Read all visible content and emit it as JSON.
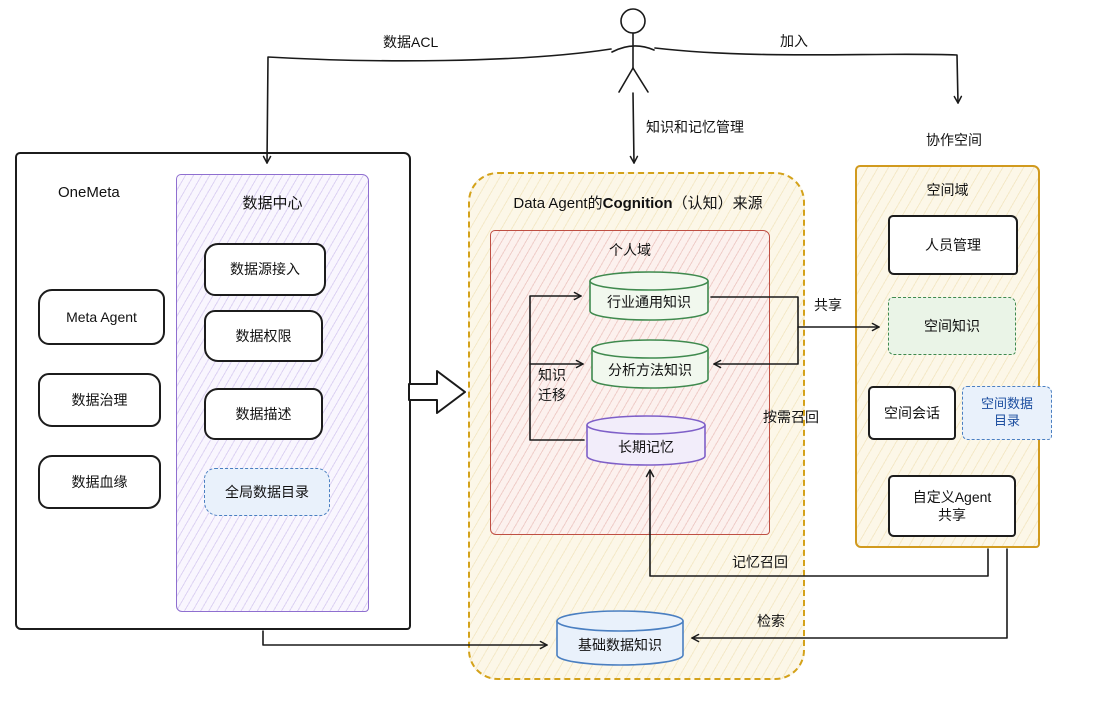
{
  "edges": {
    "data_acl": "数据ACL",
    "join": "加入",
    "knowledge_memory_mgmt": "知识和记忆管理",
    "collab_space": "协作空间",
    "share": "共享",
    "on_demand_recall": "按需召回",
    "memory_recall": "记忆召回",
    "retrieve": "检索",
    "knowledge_transfer": "知识\n迁移"
  },
  "onemeta": {
    "title": "OneMeta",
    "items": [
      "Meta Agent",
      "数据治理",
      "数据血缘"
    ],
    "data_center": {
      "title": "数据中心",
      "items": [
        "数据源接入",
        "数据权限",
        "数据描述"
      ],
      "global_catalog": "全局数据目录"
    }
  },
  "cognition": {
    "title_pre": "Data Agent的",
    "title_bold": "Cognition",
    "title_post": "（认知）来源",
    "personal_domain": {
      "title": "个人域",
      "industry_knowledge": "行业通用知识",
      "analysis_knowledge": "分析方法知识",
      "long_term_memory": "长期记忆"
    },
    "base_data_knowledge": "基础数据知识"
  },
  "space": {
    "title": "空间域",
    "member_mgmt": "人员管理",
    "space_knowledge": "空间知识",
    "space_session": "空间会话",
    "space_data_catalog": "空间数据\n目录",
    "custom_agent_share": "自定义Agent\n共享"
  },
  "colors": {
    "stroke": "#1a1a1a",
    "purple": "#8f6fd0",
    "red": "#bf4f43",
    "yellow": "#d4a21a",
    "green": "#3f8a4e",
    "blue": "#4a7fc1"
  }
}
